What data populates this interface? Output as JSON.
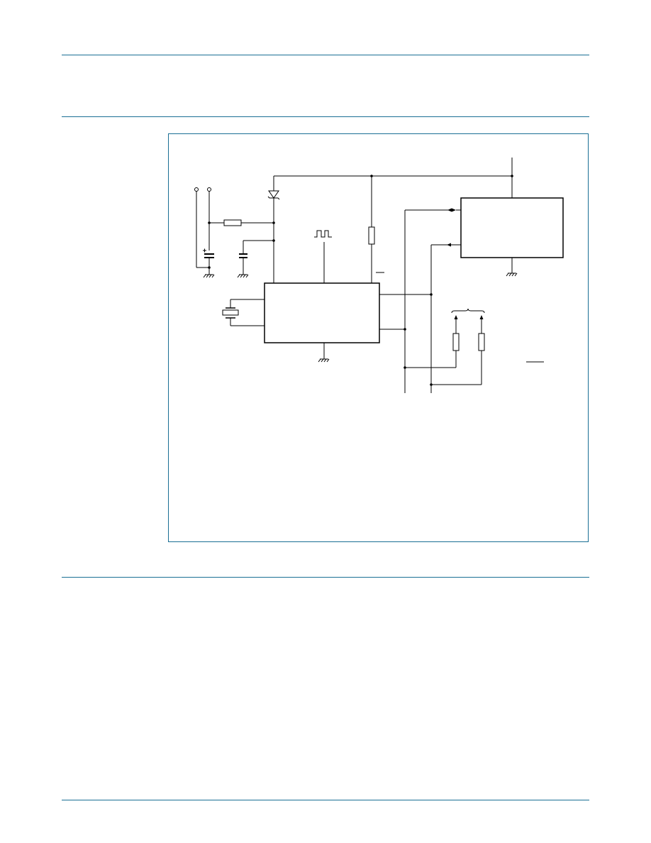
{
  "colors": {
    "rule": "#1a6f94",
    "frame_border": "#1a6f94",
    "schematic_line": "#000000"
  },
  "schematic": {
    "components": [
      "input-terminal-pair",
      "electrolytic-capacitor",
      "series-resistor",
      "zener-diode",
      "decoupling-capacitor",
      "clock-pulse-symbol",
      "pull-up-resistor",
      "main-ic-block",
      "crystal",
      "secondary-ic-block",
      "pull-up-resistor-pair",
      "ground-symbols"
    ]
  }
}
